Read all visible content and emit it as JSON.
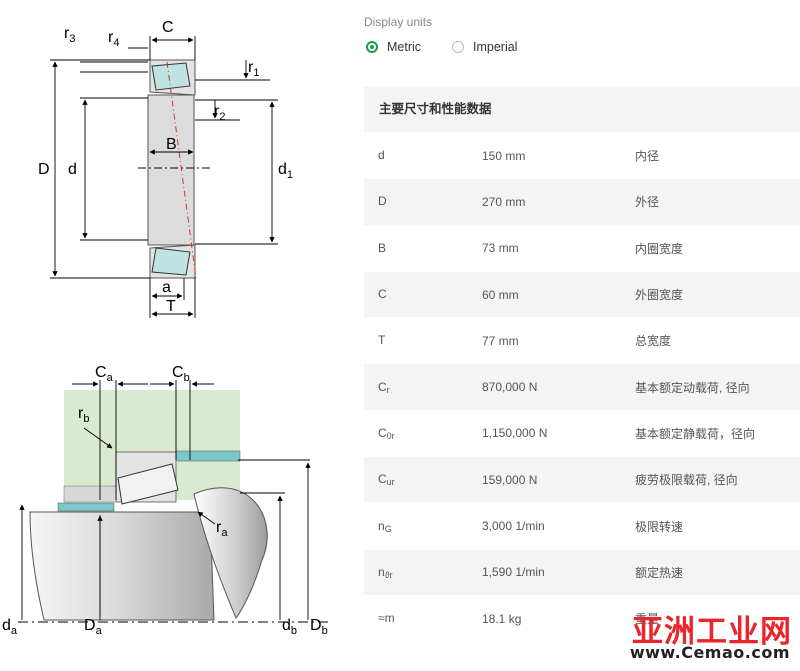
{
  "units": {
    "label": "Display units",
    "metric": "Metric",
    "imperial": "Imperial",
    "selected": "Metric"
  },
  "specs": {
    "header": "主要尺寸和性能数据",
    "rows": [
      {
        "sym": "d",
        "sub": "",
        "value": "150 mm",
        "desc": "内径"
      },
      {
        "sym": "D",
        "sub": "",
        "value": "270 mm",
        "desc": "外径"
      },
      {
        "sym": "B",
        "sub": "",
        "value": "73 mm",
        "desc": "内圈宽度"
      },
      {
        "sym": "C",
        "sub": "",
        "value": "60 mm",
        "desc": "外圈宽度"
      },
      {
        "sym": "T",
        "sub": "",
        "value": "77 mm",
        "desc": "总宽度"
      },
      {
        "sym": "C",
        "sub": "r",
        "value": "870,000 N",
        "desc": "基本额定动载荷, 径向"
      },
      {
        "sym": "C",
        "sub": "0r",
        "value": "1,150,000 N",
        "desc": "基本额定静载荷，径向"
      },
      {
        "sym": "C",
        "sub": "ur",
        "value": "159,000 N",
        "desc": "疲劳极限载荷, 径向"
      },
      {
        "sym": "n",
        "sub": "G",
        "value": "3,000 1/min",
        "desc": "极限转速"
      },
      {
        "sym": "n",
        "sub": "ϑr",
        "value": "1,590 1/min",
        "desc": "额定热速"
      },
      {
        "sym": "≈m",
        "sub": "",
        "value": "18.1 kg",
        "desc": "重量"
      }
    ]
  },
  "diagram_top": {
    "r3": "r",
    "r3_sub": "3",
    "r4": "r",
    "r4_sub": "4",
    "C": "C",
    "r1": "r",
    "r1_sub": "1",
    "r2": "r",
    "r2_sub": "2",
    "B": "B",
    "D": "D",
    "d": "d",
    "d1": "d",
    "d1_sub": "1",
    "a": "a",
    "T": "T"
  },
  "diagram_bottom": {
    "Ca": "C",
    "Ca_sub": "a",
    "Cb": "C",
    "Cb_sub": "b",
    "rb": "r",
    "rb_sub": "b",
    "ra": "r",
    "ra_sub": "a",
    "da": "d",
    "da_sub": "a",
    "Da": "D",
    "Da_sub": "a",
    "db": "d",
    "db_sub": "b",
    "Db": "D",
    "Db_sub": "b"
  },
  "watermark": {
    "cn": "亚洲工业网",
    "en": "www.Cemao.com"
  },
  "colors": {
    "accent": "#1a9c52",
    "watermark_red": "#e8262b",
    "housing_green": "#d9ead0",
    "seal_teal": "#7cc7c7",
    "bearing_gray": "#cfcfcf"
  }
}
